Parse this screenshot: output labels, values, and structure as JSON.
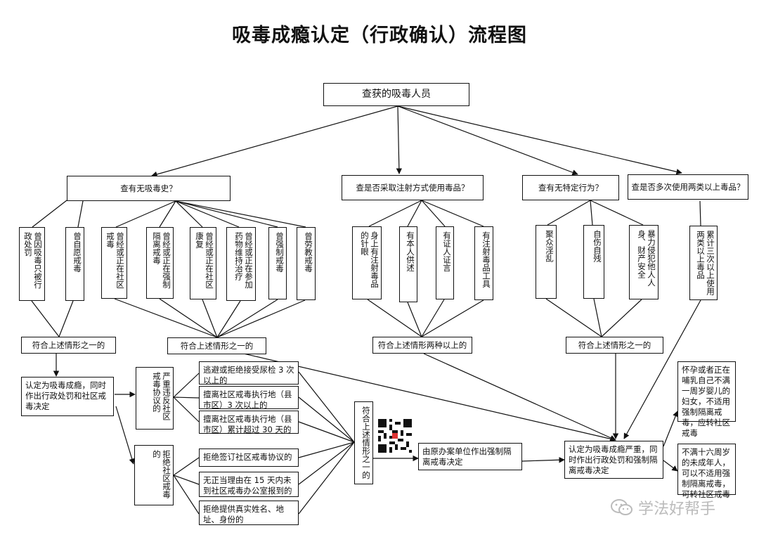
{
  "title": "吸毒成瘾认定（行政确认）流程图",
  "root": "查获的吸毒人员",
  "questions": {
    "q1": "查有无吸毒史？",
    "q2": "查是否采取注射方式使用毒品？",
    "q3": "查有无特定行为？",
    "q4": "查是否多次使用两类以上毒品？"
  },
  "history_a": [
    "曾因吸毒只被行政处罚",
    "曾自愿戒毒"
  ],
  "history_b": [
    "曾经或正在社区戒毒",
    "曾经或正在强制隔离戒毒",
    "曾经或正在社区康复",
    "曾经或正在参加药物维持治疗",
    "曾强制戒毒",
    "曾劳教戒毒"
  ],
  "inject": [
    "身上有注射毒品的针眼",
    "有本人供述",
    "有证人证言",
    "有注射毒品工具"
  ],
  "behavior": [
    "聚众淫乱",
    "自伤自残",
    "暴力侵犯他人人身、财产安全"
  ],
  "multi": [
    "累计三次以上使用两类以上毒品"
  ],
  "conditions": {
    "c1": "符合上述情形之一的",
    "c2": "符合上述情形之一的",
    "c3": "符合上述情形两种以上的",
    "c4": "符合上述情形之一的"
  },
  "decision_mild": "认定为吸毒成瘾，同时作出行政处罚和社区戒毒决定",
  "violation": "严重违反社区戒毒协议的",
  "refuse": "拒绝社区戒毒的",
  "violation_items": [
    "逃避或拒绝接受尿检 3 次以上的",
    "擅离社区戒毒执行地（县市区）3 次以上的",
    "擅离社区戒毒执行地（县市区）累计超过 30 天的"
  ],
  "refuse_items": [
    "拒绝签订社区戒毒协议的",
    "无正当理由在 15 天内未到社区戒毒办公室报到的",
    "拒绝提供真实姓名、地址、身份的"
  ],
  "condition_mid": "符合上述情形之一的",
  "forced": "由原办案单位作出强制隔离戒毒决定",
  "decision_severe": "认定为吸毒成瘾严重，同时作出行政处罚和强制隔离戒毒决定",
  "note_pregnant": "怀孕或者正在哺乳自己不满一周岁婴儿的妇女，不适用强制隔离戒毒，应转社区戒毒",
  "note_minor": "不满十六周岁的未成年人，可以不适用强制隔离戒毒，可转社区戒毒",
  "watermark": "学法好帮手",
  "colors": {
    "line": "#111111",
    "watermark": "#bbbbbb"
  }
}
